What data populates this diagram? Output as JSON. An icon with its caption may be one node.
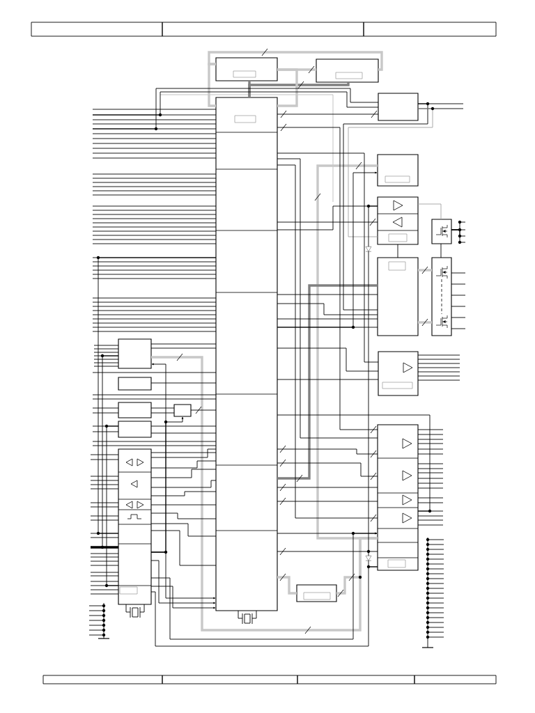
{
  "diagram": {
    "nodes": [
      {
        "text": [],
        "shape": "box"
      },
      {
        "text": [],
        "shape": "box"
      },
      {
        "text": [],
        "shape": "box"
      },
      {
        "text": [],
        "shape": "box"
      },
      {
        "text": [],
        "shape": "box"
      },
      {
        "text": [],
        "shape": "box"
      },
      {
        "text": [],
        "shape": "box"
      },
      {
        "text": [],
        "shape": "box"
      },
      {
        "text": [],
        "shape": "box"
      },
      {
        "text": [],
        "shape": "box"
      },
      {
        "text": [],
        "shape": "box"
      },
      {
        "text": [],
        "shape": "box"
      },
      {
        "text": [],
        "shape": "box"
      },
      {
        "text": [],
        "shape": "box"
      },
      {
        "text": [],
        "shape": "box"
      },
      {
        "text": [],
        "shape": "box"
      },
      {
        "text": [],
        "shape": "box"
      },
      {
        "text": [],
        "shape": "box"
      },
      {
        "text": [],
        "shape": "triangle"
      },
      {
        "text": [],
        "shape": "triangle"
      }
    ],
    "edges": [
      {
        "from": 0,
        "to": 3,
        "arrow": "none",
        "style": "thick",
        "color": "#808080"
      },
      {
        "from": 1,
        "to": 3,
        "arrow": "none",
        "style": "thick",
        "color": "#808080"
      },
      {
        "from": 0,
        "to": 1,
        "arrow": "none",
        "style": "thick",
        "color": "#c8c8c8"
      },
      {
        "from": 0,
        "to": 1,
        "arrow": "none",
        "style": "thick",
        "color": "#c8c8c8"
      },
      {
        "from": 0,
        "to": 3,
        "arrow": "none",
        "style": "thick",
        "color": "#c8c8c8"
      },
      {
        "from": 0,
        "to": 3,
        "arrow": "none",
        "style": "thick",
        "color": "#c8c8c8"
      },
      {
        "from": 3,
        "to": 2,
        "arrow": "none"
      },
      {
        "from": null,
        "to": 2,
        "arrow": "none"
      },
      {
        "from": null,
        "to": 2,
        "arrow": "none"
      },
      {
        "from": 2,
        "to": null,
        "arrow": "none"
      },
      {
        "from": 2,
        "to": null,
        "arrow": "none"
      },
      {
        "from": 2,
        "to": 7,
        "arrow": "none"
      },
      {
        "from": 2,
        "to": 5,
        "arrow": "none",
        "color": "#a0a0a0"
      },
      {
        "from": 3,
        "to": 15,
        "arrow": "none"
      },
      {
        "from": 3,
        "to": 10,
        "arrow": "none"
      },
      {
        "from": 3,
        "to": 4,
        "arrow": "to"
      },
      {
        "from": 3,
        "to": 7,
        "arrow": "none"
      },
      {
        "from": 4,
        "to": 15,
        "arrow": "none",
        "style": "thick",
        "color": "#c8c8c8"
      },
      {
        "from": 3,
        "to": 7,
        "arrow": "none",
        "style": "thick",
        "color": "#808080"
      },
      {
        "from": 5,
        "to": 7,
        "arrow": "none"
      },
      {
        "from": 5,
        "to": 6,
        "arrow": "none",
        "color": "#a0a0a0"
      },
      {
        "from": 6,
        "to": 8,
        "arrow": "none"
      },
      {
        "from": 6,
        "to": null,
        "arrow": "none"
      },
      {
        "from": 6,
        "to": null,
        "arrow": "none"
      },
      {
        "from": 6,
        "to": null,
        "arrow": "none"
      },
      {
        "from": 6,
        "to": null,
        "arrow": "none"
      },
      {
        "from": 7,
        "to": 8,
        "arrow": "none",
        "style": "thick",
        "color": "#c8c8c8"
      },
      {
        "from": 7,
        "to": 8,
        "arrow": "none",
        "style": "thick",
        "color": "#c8c8c8"
      },
      {
        "from": 8,
        "to": null,
        "arrow": "none"
      },
      {
        "from": 8,
        "to": null,
        "arrow": "none"
      },
      {
        "from": 8,
        "to": null,
        "arrow": "none"
      },
      {
        "from": 8,
        "to": null,
        "arrow": "none"
      },
      {
        "from": 8,
        "to": null,
        "arrow": "none"
      },
      {
        "from": 8,
        "to": null,
        "arrow": "none"
      },
      {
        "from": 3,
        "to": 5,
        "arrow": "none"
      },
      {
        "from": 3,
        "to": 5,
        "arrow": "none"
      },
      {
        "from": 3,
        "to": 7,
        "arrow": "none"
      },
      {
        "from": 3,
        "to": 7,
        "arrow": "none"
      },
      {
        "from": 3,
        "to": 7,
        "arrow": "none"
      },
      {
        "from": 3,
        "to": 10,
        "arrow": "none"
      },
      {
        "from": 3,
        "to": 10,
        "arrow": "none"
      },
      {
        "from": 10,
        "to": null,
        "arrow": "none"
      },
      {
        "from": 10,
        "to": null,
        "arrow": "none"
      },
      {
        "from": 10,
        "to": null,
        "arrow": "none"
      },
      {
        "from": 10,
        "to": null,
        "arrow": "none"
      },
      {
        "from": 10,
        "to": null,
        "arrow": "none"
      },
      {
        "from": 10,
        "to": null,
        "arrow": "none"
      },
      {
        "from": 10,
        "to": null,
        "arrow": "none"
      },
      {
        "from": 3,
        "to": 15,
        "arrow": "none"
      },
      {
        "from": 3,
        "to": 15,
        "arrow": "none"
      },
      {
        "from": 3,
        "to": 15,
        "arrow": "none"
      },
      {
        "from": 3,
        "to": 15,
        "arrow": "none"
      },
      {
        "from": 3,
        "to": 15,
        "arrow": "to"
      },
      {
        "from": 3,
        "to": 15,
        "arrow": "none"
      },
      {
        "from": 16,
        "to": 15,
        "arrow": "none"
      },
      {
        "from": 15,
        "to": null,
        "arrow": "none"
      },
      {
        "from": 15,
        "to": null,
        "arrow": "none"
      },
      {
        "from": 15,
        "to": null,
        "arrow": "none"
      },
      {
        "from": 15,
        "to": null,
        "arrow": "none"
      },
      {
        "from": 15,
        "to": null,
        "arrow": "none"
      },
      {
        "from": 15,
        "to": null,
        "arrow": "none"
      },
      {
        "from": 15,
        "to": null,
        "arrow": "none"
      },
      {
        "from": 15,
        "to": null,
        "arrow": "none"
      },
      {
        "from": 15,
        "to": null,
        "arrow": "none"
      },
      {
        "from": 15,
        "to": null,
        "arrow": "none"
      },
      {
        "from": 15,
        "to": null,
        "arrow": "none"
      },
      {
        "from": 15,
        "to": null,
        "arrow": "none"
      },
      {
        "from": 15,
        "to": null,
        "arrow": "none"
      },
      {
        "from": 15,
        "to": null,
        "arrow": "none"
      },
      {
        "from": 15,
        "to": null,
        "arrow": "none"
      },
      {
        "from": 15,
        "to": null,
        "arrow": "none"
      },
      {
        "from": 15,
        "to": null,
        "arrow": "none"
      },
      {
        "from": 15,
        "to": null,
        "arrow": "none"
      },
      {
        "from": 3,
        "to": 15,
        "arrow": "none"
      },
      {
        "from": 17,
        "to": 3,
        "arrow": "none",
        "style": "thick",
        "color": "#c8c8c8"
      },
      {
        "from": 17,
        "to": 15,
        "arrow": "none",
        "style": "thick",
        "color": "#c8c8c8"
      },
      {
        "from": 9,
        "to": 15,
        "arrow": "none",
        "style": "thick",
        "color": "#c8c8c8"
      },
      {
        "from": 16,
        "to": 3,
        "arrow": "none"
      },
      {
        "from": 16,
        "to": 3,
        "arrow": "none"
      },
      {
        "from": 16,
        "to": 3,
        "arrow": "none"
      },
      {
        "from": 16,
        "to": 3,
        "arrow": "none"
      },
      {
        "from": 16,
        "to": 3,
        "arrow": "none"
      },
      {
        "from": 16,
        "to": 3,
        "arrow": "none"
      },
      {
        "from": 16,
        "to": 3,
        "arrow": "none"
      },
      {
        "from": 16,
        "to": 3,
        "arrow": "none"
      },
      {
        "from": 16,
        "to": 3,
        "arrow": "none"
      },
      {
        "from": 16,
        "to": 3,
        "arrow": "none"
      },
      {
        "from": 16,
        "to": 3,
        "arrow": "to"
      },
      {
        "from": 16,
        "to": 9,
        "arrow": "to"
      },
      {
        "from": 16,
        "to": 13,
        "arrow": "to"
      },
      {
        "from": 16,
        "to": 3,
        "arrow": "to"
      },
      {
        "from": 16,
        "to": 3,
        "arrow": "to"
      },
      {
        "from": 9,
        "to": 3,
        "arrow": "none"
      },
      {
        "from": 9,
        "to": 3,
        "arrow": "none"
      },
      {
        "from": 11,
        "to": 3,
        "arrow": "none"
      },
      {
        "from": 12,
        "to": 13,
        "arrow": "none"
      },
      {
        "from": 12,
        "to": 13,
        "arrow": "none"
      },
      {
        "from": 13,
        "to": 3,
        "arrow": "none"
      },
      {
        "from": 14,
        "to": 3,
        "arrow": "none"
      },
      {
        "from": 14,
        "to": 3,
        "arrow": "none"
      },
      {
        "from": 5,
        "to": 18,
        "arrow": "none"
      },
      {
        "from": 16,
        "to": 15,
        "arrow": "to"
      },
      {
        "from": 3,
        "to": 15,
        "arrow": "none"
      },
      {
        "from": 3,
        "to": 15,
        "arrow": "none"
      },
      {
        "from": null,
        "to": 3,
        "arrow": "none"
      },
      {
        "from": null,
        "to": 3,
        "arrow": "none"
      },
      {
        "from": null,
        "to": 3,
        "arrow": "none"
      },
      {
        "from": null,
        "to": 3,
        "arrow": "none"
      },
      {
        "from": null,
        "to": 3,
        "arrow": "none"
      },
      {
        "from": null,
        "to": 3,
        "arrow": "none"
      },
      {
        "from": null,
        "to": 3,
        "arrow": "none"
      },
      {
        "from": null,
        "to": 3,
        "arrow": "none"
      },
      {
        "from": null,
        "to": 3,
        "arrow": "none"
      },
      {
        "from": null,
        "to": 3,
        "arrow": "none"
      },
      {
        "from": null,
        "to": 3,
        "arrow": "none"
      },
      {
        "from": null,
        "to": 3,
        "arrow": "none"
      },
      {
        "from": null,
        "to": 3,
        "arrow": "none"
      },
      {
        "from": null,
        "to": 3,
        "arrow": "none"
      },
      {
        "from": null,
        "to": 3,
        "arrow": "none"
      },
      {
        "from": null,
        "to": 3,
        "arrow": "none"
      },
      {
        "from": null,
        "to": 3,
        "arrow": "none"
      },
      {
        "from": null,
        "to": 3,
        "arrow": "none"
      },
      {
        "from": null,
        "to": 3,
        "arrow": "none"
      },
      {
        "from": null,
        "to": 3,
        "arrow": "none"
      },
      {
        "from": null,
        "to": 3,
        "arrow": "none"
      },
      {
        "from": null,
        "to": 3,
        "arrow": "none"
      },
      {
        "from": null,
        "to": 3,
        "arrow": "none"
      },
      {
        "from": null,
        "to": 3,
        "arrow": "none"
      },
      {
        "from": null,
        "to": 3,
        "arrow": "none"
      },
      {
        "from": null,
        "to": 3,
        "arrow": "none"
      },
      {
        "from": null,
        "to": 3,
        "arrow": "none"
      },
      {
        "from": null,
        "to": 3,
        "arrow": "none"
      },
      {
        "from": null,
        "to": 3,
        "arrow": "none"
      },
      {
        "from": null,
        "to": 3,
        "arrow": "none"
      },
      {
        "from": null,
        "to": 3,
        "arrow": "none"
      },
      {
        "from": null,
        "to": 3,
        "arrow": "none"
      },
      {
        "from": null,
        "to": 3,
        "arrow": "none"
      },
      {
        "from": null,
        "to": 3,
        "arrow": "none"
      },
      {
        "from": null,
        "to": 3,
        "arrow": "none"
      },
      {
        "from": null,
        "to": 3,
        "arrow": "none"
      },
      {
        "from": null,
        "to": 3,
        "arrow": "none"
      },
      {
        "from": null,
        "to": 3,
        "arrow": "none"
      },
      {
        "from": null,
        "to": 3,
        "arrow": "none"
      },
      {
        "from": null,
        "to": 3,
        "arrow": "none"
      },
      {
        "from": null,
        "to": 3,
        "arrow": "none"
      },
      {
        "from": null,
        "to": 3,
        "arrow": "none"
      },
      {
        "from": null,
        "to": 3,
        "arrow": "none"
      },
      {
        "from": null,
        "to": 3,
        "arrow": "none"
      },
      {
        "from": null,
        "to": 3,
        "arrow": "none"
      },
      {
        "from": null,
        "to": 3,
        "arrow": "none"
      },
      {
        "from": null,
        "to": 3,
        "arrow": "none"
      },
      {
        "from": null,
        "to": 9,
        "arrow": "none"
      },
      {
        "from": null,
        "to": 9,
        "arrow": "none"
      },
      {
        "from": null,
        "to": 9,
        "arrow": "none"
      },
      {
        "from": null,
        "to": 9,
        "arrow": "none"
      },
      {
        "from": null,
        "to": 9,
        "arrow": "none"
      },
      {
        "from": null,
        "to": 9,
        "arrow": "none"
      },
      {
        "from": null,
        "to": 9,
        "arrow": "none"
      },
      {
        "from": null,
        "to": 12,
        "arrow": "none"
      },
      {
        "from": null,
        "to": 12,
        "arrow": "none"
      },
      {
        "from": null,
        "to": 14,
        "arrow": "none"
      },
      {
        "from": null,
        "to": 14,
        "arrow": "none"
      },
      {
        "from": null,
        "to": 16,
        "arrow": "none"
      },
      {
        "from": null,
        "to": 16,
        "arrow": "none"
      },
      {
        "from": null,
        "to": 16,
        "arrow": "none"
      },
      {
        "from": null,
        "to": 16,
        "arrow": "none"
      },
      {
        "from": null,
        "to": 16,
        "arrow": "none"
      },
      {
        "from": null,
        "to": 16,
        "arrow": "none"
      },
      {
        "from": null,
        "to": 16,
        "arrow": "none"
      },
      {
        "from": null,
        "to": 16,
        "arrow": "none"
      },
      {
        "from": null,
        "to": 16,
        "arrow": "none"
      },
      {
        "from": null,
        "to": 16,
        "arrow": "none"
      },
      {
        "from": null,
        "to": 16,
        "arrow": "none"
      },
      {
        "from": null,
        "to": 16,
        "arrow": "none"
      },
      {
        "from": null,
        "to": 16,
        "arrow": "none",
        "style": "thick"
      },
      {
        "from": null,
        "to": 16,
        "arrow": "none"
      },
      {
        "from": null,
        "to": 16,
        "arrow": "none"
      },
      {
        "from": null,
        "to": 16,
        "arrow": "none"
      },
      {
        "from": null,
        "to": 16,
        "arrow": "none"
      },
      {
        "from": null,
        "to": 16,
        "arrow": "none"
      },
      {
        "from": null,
        "to": 16,
        "arrow": "none"
      },
      {
        "from": null,
        "to": 16,
        "arrow": "none"
      },
      {
        "from": null,
        "to": 16,
        "arrow": "none"
      },
      {
        "from": null,
        "to": 16,
        "arrow": "none"
      },
      {
        "from": null,
        "to": 16,
        "arrow": "none"
      },
      {
        "from": 18,
        "to": 19,
        "arrow": "none"
      },
      {
        "from": 19,
        "to": 15,
        "arrow": "none"
      },
      {
        "from": 3,
        "to": 16,
        "arrow": "none"
      },
      {
        "from": 9,
        "to": 16,
        "arrow": "none"
      },
      {
        "from": 14,
        "to": 16,
        "arrow": "none"
      }
    ]
  }
}
